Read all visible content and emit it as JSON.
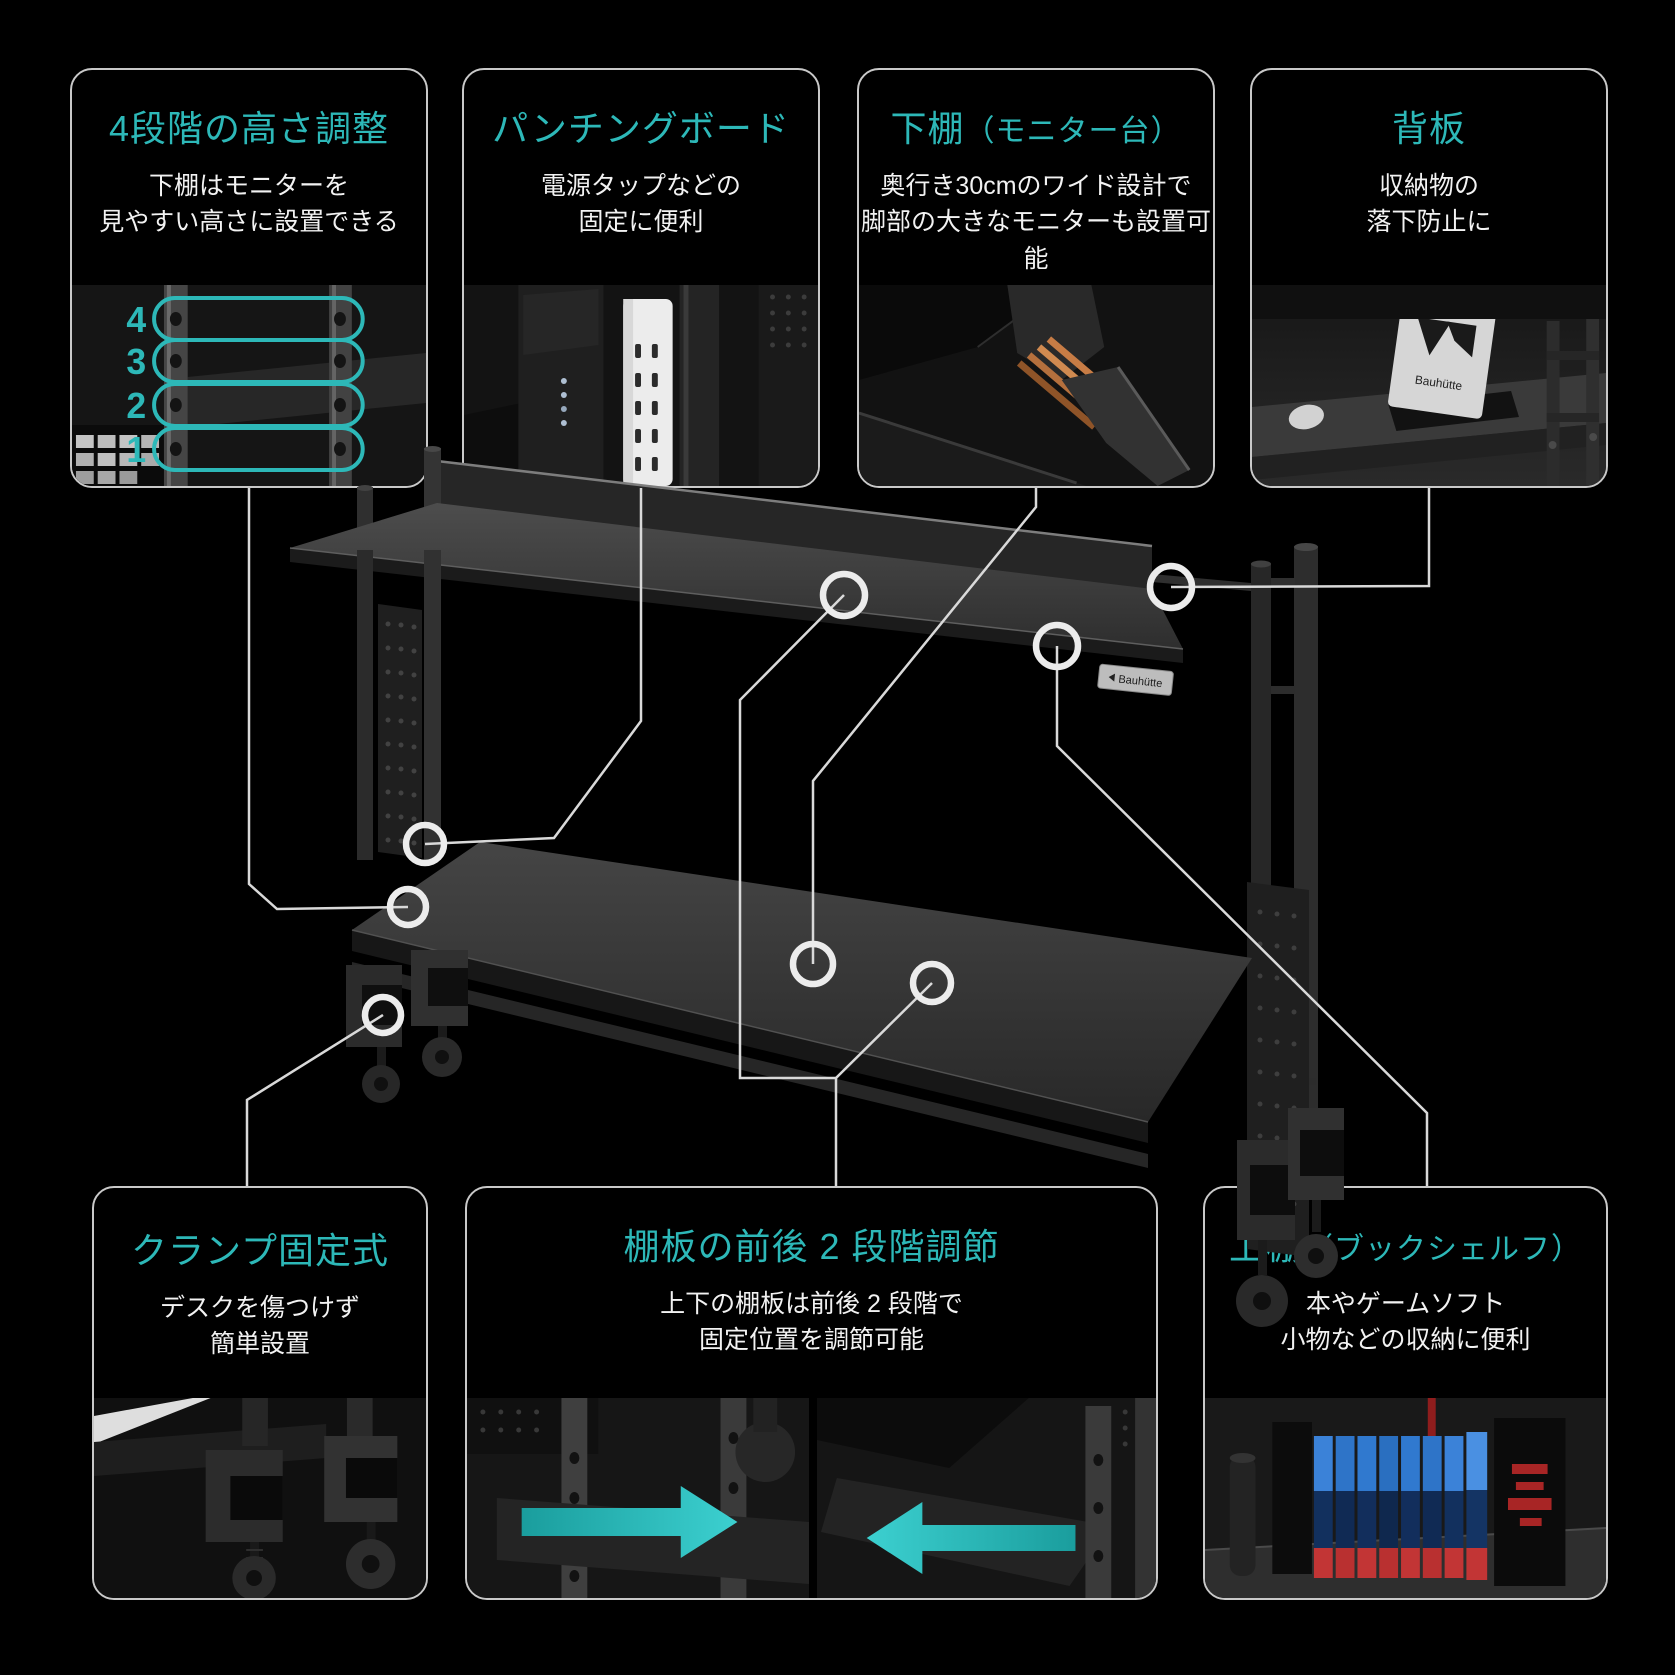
{
  "brand": "Bauhütte",
  "colors": {
    "accent_teal": "#2db8b8",
    "background": "#000000",
    "connector_line": "#d9d9d9",
    "body_text": "#f2f2f2",
    "arrow_teal_dark": "#1a9d9d",
    "arrow_teal_light": "#3cd0d0",
    "game_case_blue": "#2e74c8",
    "game_label_red": "#c23535"
  },
  "callouts": [
    {
      "id": "height-adjust",
      "title": "4段階の高さ調整",
      "title_sub": "",
      "desc1": "下棚はモニターを",
      "desc2": "見やすい高さに設置できる",
      "photo_labels": [
        "4",
        "3",
        "2",
        "1"
      ]
    },
    {
      "id": "punching-board",
      "title": "パンチングボード",
      "title_sub": "",
      "desc1": "電源タップなどの",
      "desc2": "固定に便利"
    },
    {
      "id": "lower-shelf",
      "title": "下棚",
      "title_sub": "（モニター台）",
      "desc1": "奥行き30cmのワイド設計で",
      "desc2": "脚部の大きなモニターも設置可能"
    },
    {
      "id": "back-panel",
      "title": "背板",
      "title_sub": "",
      "desc1": "収納物の",
      "desc2": "落下防止に"
    },
    {
      "id": "clamp",
      "title": "クランプ固定式",
      "title_sub": "",
      "desc1": "デスクを傷つけず",
      "desc2": "簡単設置"
    },
    {
      "id": "shelf-adjust",
      "title": "棚板の前後 2 段階調節",
      "title_sub": "",
      "desc1": "上下の棚板は前後 2 段階で",
      "desc2": "固定位置を調節可能"
    },
    {
      "id": "upper-shelf",
      "title": "上棚",
      "title_sub": "（ブックシェルフ）",
      "desc1": "本やゲームソフト",
      "desc2": "小物などの収納に便利"
    }
  ]
}
